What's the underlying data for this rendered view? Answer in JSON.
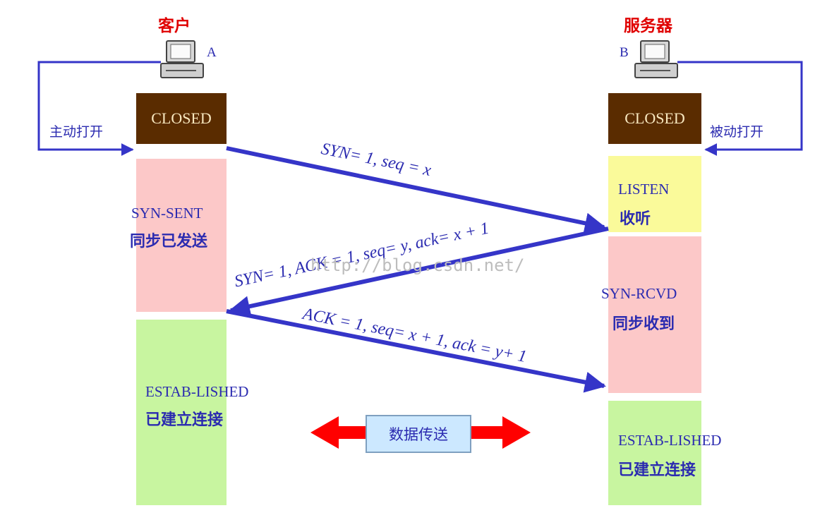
{
  "client": {
    "title": "客户",
    "letter": "A",
    "open_label": "主动打开"
  },
  "server": {
    "title": "服务器",
    "letter": "B",
    "open_label": "被动打开"
  },
  "states": {
    "closed": "CLOSED",
    "syn_sent": {
      "en": "SYN-SENT",
      "cn": "同步已发送"
    },
    "listen": {
      "en": "LISTEN",
      "cn": "收听"
    },
    "syn_rcvd": {
      "en": "SYN-RCVD",
      "cn": "同步收到"
    },
    "established": {
      "en": "ESTAB-LISHED",
      "cn": "已建立连接"
    }
  },
  "messages": {
    "syn": "SYN= 1, seq = x",
    "syn_ack": "SYN= 1, ACK = 1, seq= y, ack= x + 1",
    "ack": "ACK = 1, seq= x + 1, ack = y+ 1"
  },
  "data_transfer": "数据传送",
  "watermark": "http://blog.csdn.net/",
  "colors": {
    "arrow": "#3535c8",
    "closed": "#5a2c00",
    "syn_box": "#fcc8c8",
    "listen_box": "#fafa9a",
    "established_box": "#c8f5a0",
    "data_arrow": "#ff0000",
    "data_box": "#cce8ff"
  }
}
